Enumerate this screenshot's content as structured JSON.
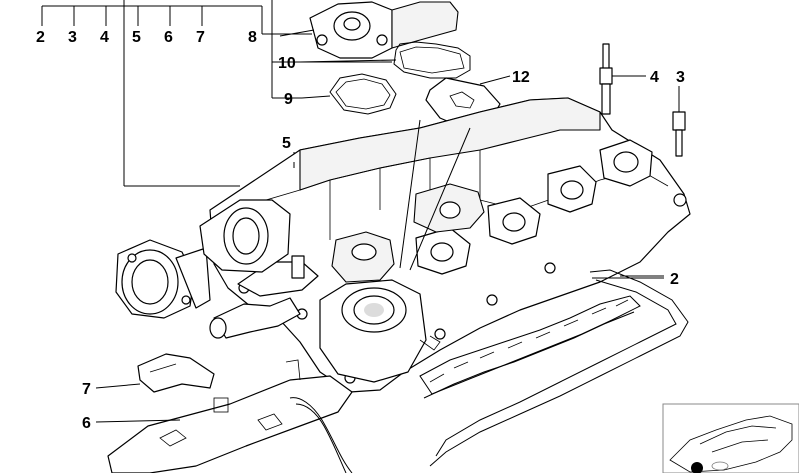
{
  "callouts": {
    "top_row": [
      "2",
      "3",
      "4",
      "5",
      "6",
      "7",
      "8"
    ],
    "c10": "10",
    "c9": "9",
    "c12": "12",
    "c4_right": "4",
    "c3_right": "3",
    "c5_mid": "5",
    "c2_right": "2",
    "c7_left": "7",
    "c6_left": "6"
  }
}
